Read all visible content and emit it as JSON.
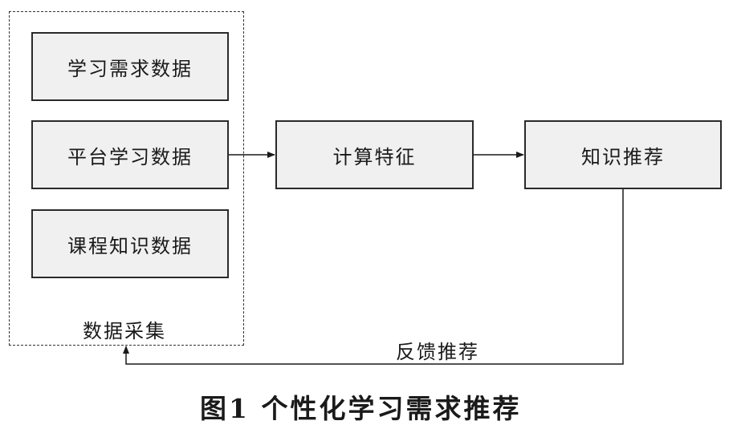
{
  "diagram": {
    "collection_group": {
      "label": "数据采集",
      "items": [
        {
          "label": "学习需求数据"
        },
        {
          "label": "平台学习数据"
        },
        {
          "label": "课程知识数据"
        }
      ]
    },
    "compute_node": {
      "label": "计算特征"
    },
    "recommend_node": {
      "label": "知识推荐"
    },
    "feedback_edge": {
      "label": "反馈推荐"
    },
    "caption": "图1  个性化学习需求推荐"
  }
}
